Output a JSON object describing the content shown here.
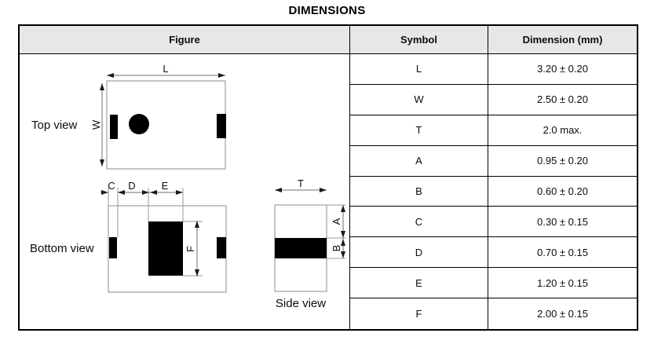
{
  "title": "DIMENSIONS",
  "table": {
    "headers": {
      "figure": "Figure",
      "symbol": "Symbol",
      "dimension": "Dimension (mm)"
    },
    "rows": [
      {
        "symbol": "L",
        "dimension": "3.20 ± 0.20"
      },
      {
        "symbol": "W",
        "dimension": "2.50 ± 0.20"
      },
      {
        "symbol": "T",
        "dimension": "2.0 max."
      },
      {
        "symbol": "A",
        "dimension": "0.95 ± 0.20"
      },
      {
        "symbol": "B",
        "dimension": "0.60 ± 0.20"
      },
      {
        "symbol": "C",
        "dimension": "0.30 ± 0.15"
      },
      {
        "symbol": "D",
        "dimension": "0.70 ± 0.15"
      },
      {
        "symbol": "E",
        "dimension": "1.20 ± 0.15"
      },
      {
        "symbol": "F",
        "dimension": "2.00 ± 0.15"
      }
    ]
  },
  "figure": {
    "views": {
      "top": {
        "label": "Top view"
      },
      "bottom": {
        "label": "Bottom view"
      },
      "side": {
        "label": "Side view"
      }
    },
    "labels": {
      "l": "L",
      "w": "W",
      "t": "T",
      "a": "A",
      "b": "B",
      "c": "C",
      "d": "D",
      "e": "E",
      "f": "F"
    }
  },
  "colors": {
    "header_bg": "#e7e7e7",
    "table_border": "#000000",
    "pad_fill": "#000000",
    "drawing_line": "#8c8c8c"
  }
}
